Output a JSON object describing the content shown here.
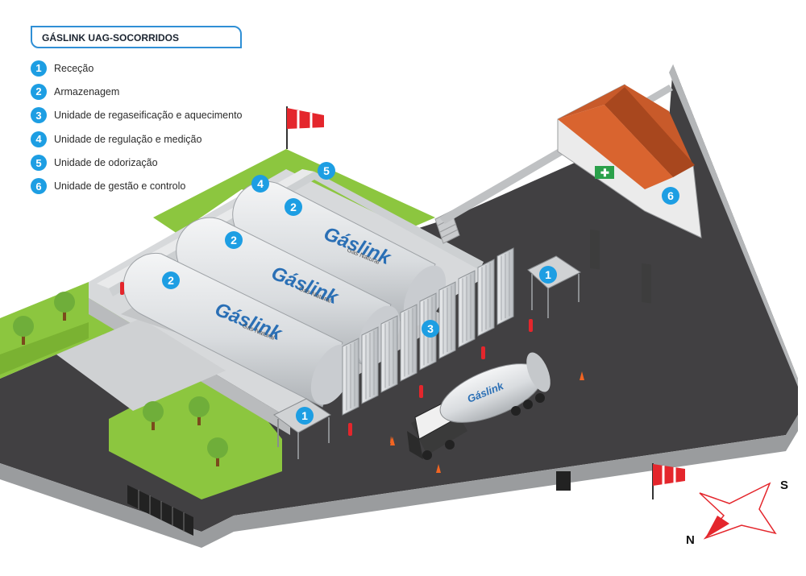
{
  "title": "GÁSLINK UAG-SOCORRIDOS",
  "legend": [
    {
      "num": "1",
      "label": "Receção"
    },
    {
      "num": "2",
      "label": "Armazenagem"
    },
    {
      "num": "3",
      "label": "Unidade de regaseificação e aquecimento"
    },
    {
      "num": "4",
      "label": "Unidade de regulação e medição"
    },
    {
      "num": "5",
      "label": "Unidade de odorização"
    },
    {
      "num": "6",
      "label": "Unidade de gestão e controlo"
    }
  ],
  "brand": {
    "name": "Gáslink",
    "subtitle": "Gás Natural"
  },
  "compass": {
    "north": "N",
    "south": "S"
  },
  "badges": {
    "reception_a": "1",
    "reception_b": "1",
    "storage_a": "2",
    "storage_b": "2",
    "storage_c": "2",
    "regas": "3",
    "regulation": "4",
    "odorization": "5",
    "control": "6"
  },
  "colors": {
    "accent": "#1d9ee3",
    "grass": "#8cc63f",
    "asphalt": "#414042",
    "roof": "#c85a2a",
    "windsock": "#e4262c"
  }
}
